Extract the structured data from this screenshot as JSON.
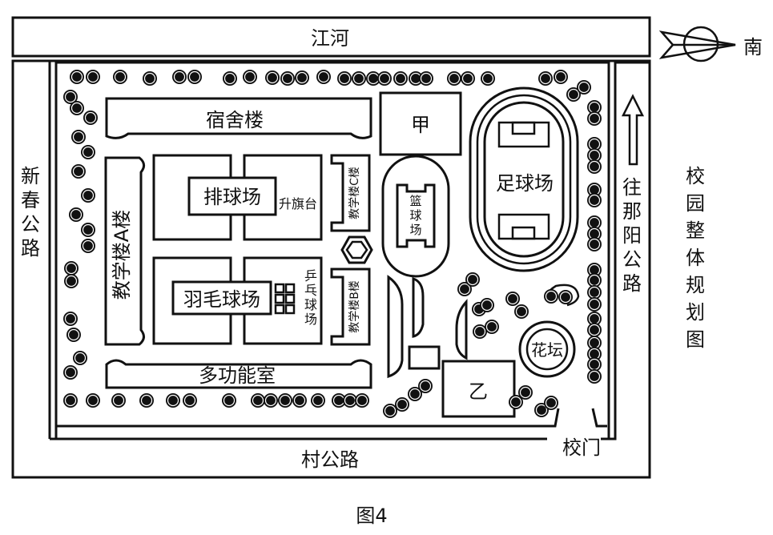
{
  "map": {
    "title": "校园整体规划图",
    "figure_caption": "图4",
    "compass": {
      "direction_label": "南"
    },
    "roads": {
      "river": "江河",
      "west_road": "新春公路",
      "south_road": "村公路",
      "east_road": "往那阳公路"
    },
    "gate": "校门",
    "buildings": {
      "dormitory": "宿舍楼",
      "teaching_a": "教学楼A楼",
      "teaching_b": "教学楼B楼",
      "teaching_c": "教学楼C楼",
      "multi_function": "多功能室",
      "jia": "甲",
      "yi": "乙"
    },
    "facilities": {
      "volleyball": "排球场",
      "flag_platform": "升旗台",
      "badminton": "羽毛球场",
      "table_tennis": "乒乓球场",
      "basketball": "篮球场",
      "football": "足球场",
      "flower_bed": "花坛"
    },
    "legend_colors": {
      "line": "#111111",
      "background": "#ffffff"
    }
  }
}
